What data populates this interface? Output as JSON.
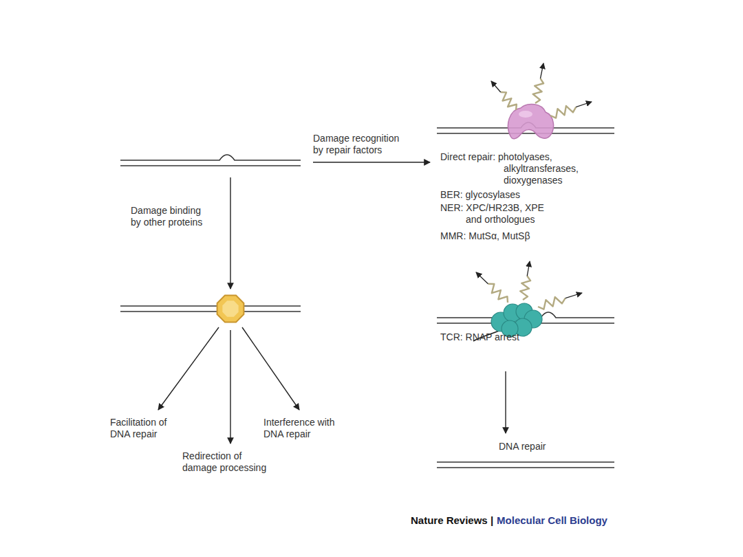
{
  "diagram": {
    "labels": [
      "Damage recognition by repair factors",
      "Damage binding by other proteins",
      "Direct repair: photolyases, alkyltransferases, dioxygenases",
      "BER: glycosylases",
      "NER: XPC/HR23B, XPE and orthologues",
      "MMR: MutSα, MutSβ",
      "TCR: RNAP arrest",
      "DNA repair",
      "Facilitation of DNA repair",
      "Redirection of damage processing",
      "Interference with DNA repair",
      "Nature Reviews |",
      "Molecular Cell Biology"
    ]
  }
}
